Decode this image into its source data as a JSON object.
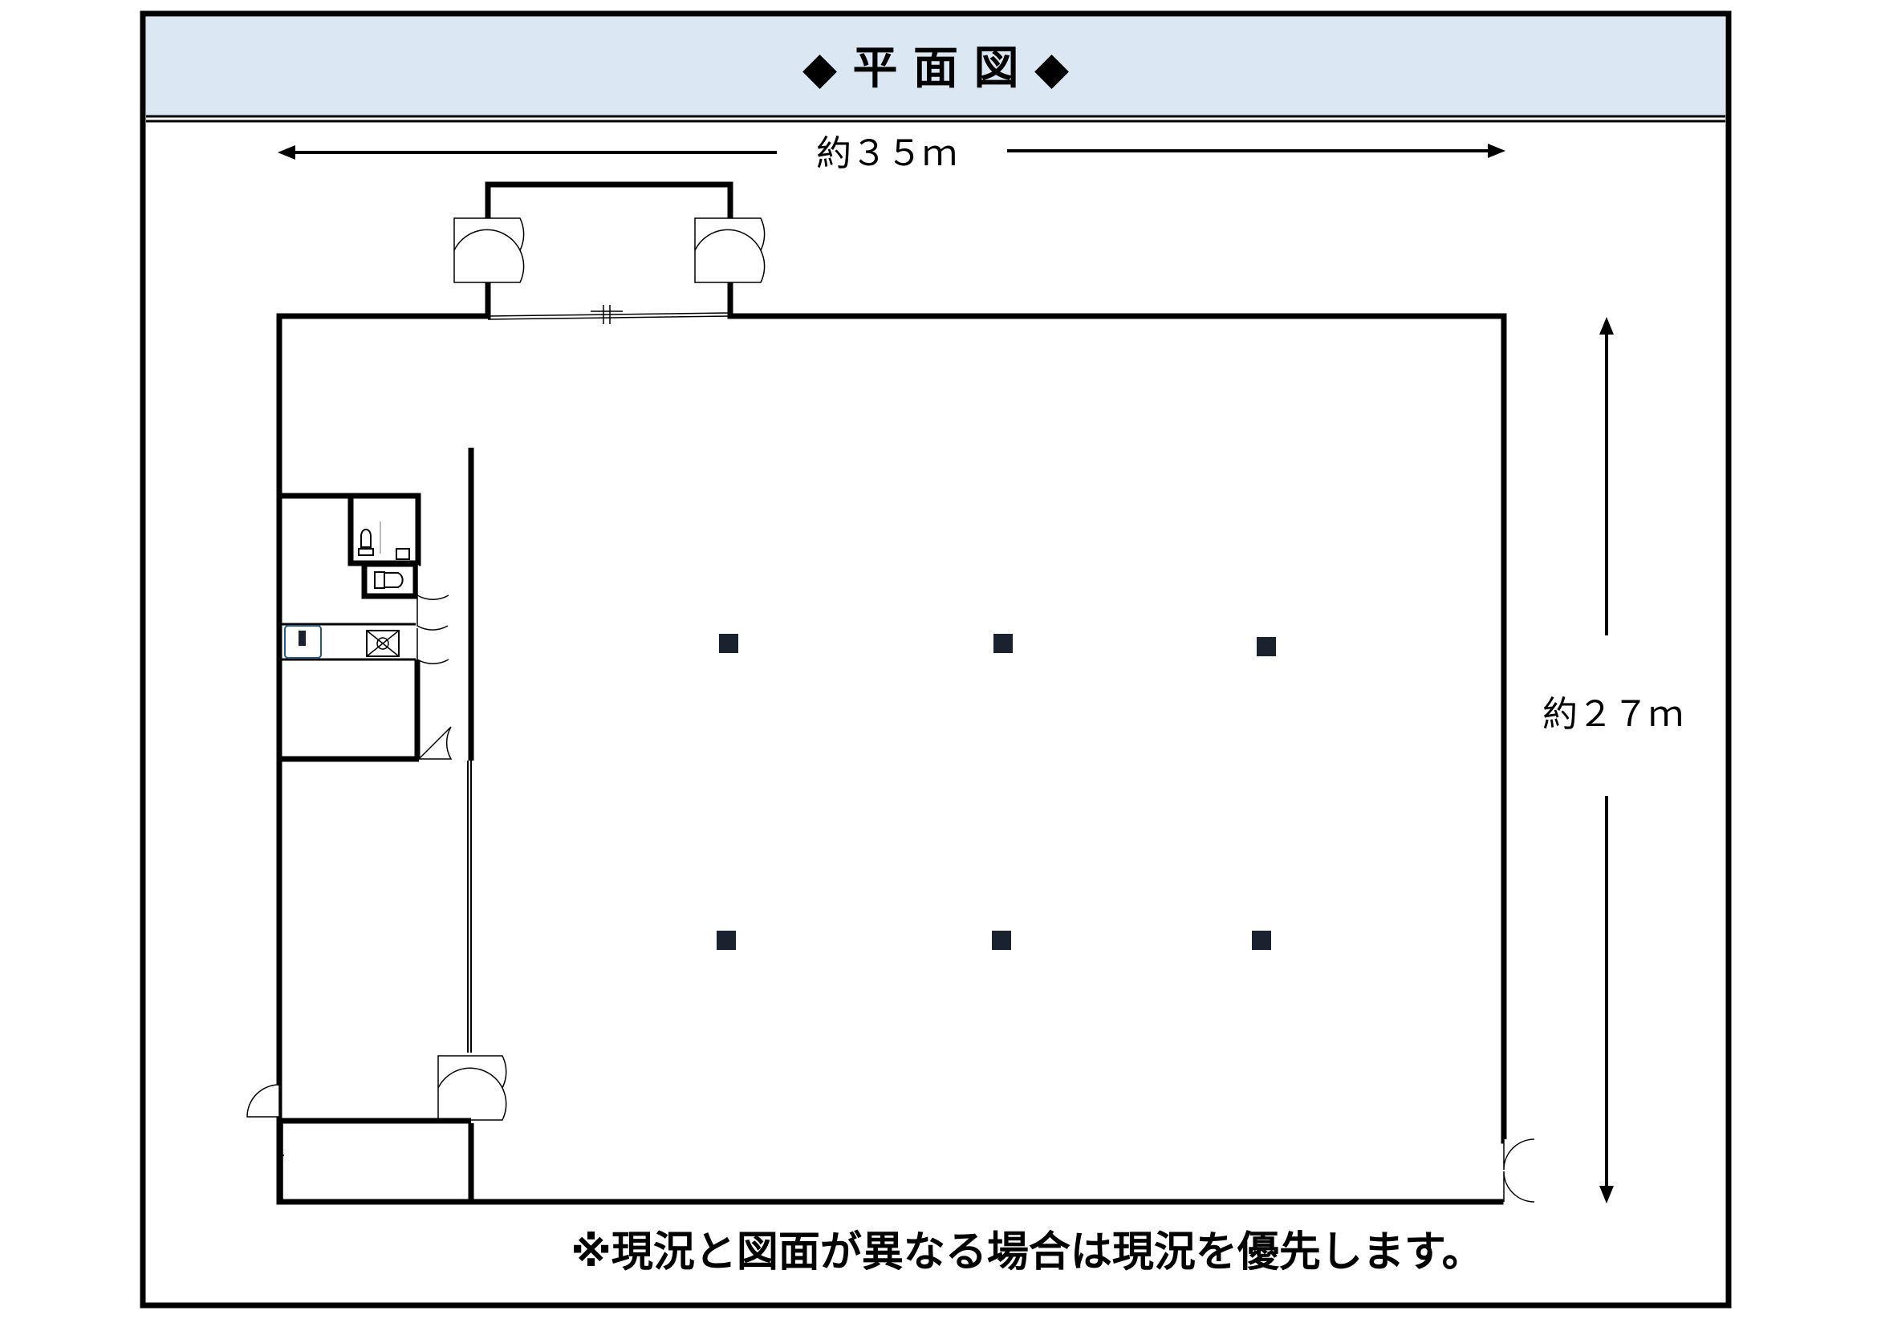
{
  "header": {
    "title": "◆ 平 面 図 ◆",
    "background": "#dbe8f4"
  },
  "dimensions": {
    "width_label": "約３５ｍ",
    "height_label": "約２７ｍ"
  },
  "footer": {
    "note": "※現況と図面が異なる場合は現況を優先します。"
  },
  "colors": {
    "line": "#000000",
    "column_fill": "#1a2230"
  }
}
